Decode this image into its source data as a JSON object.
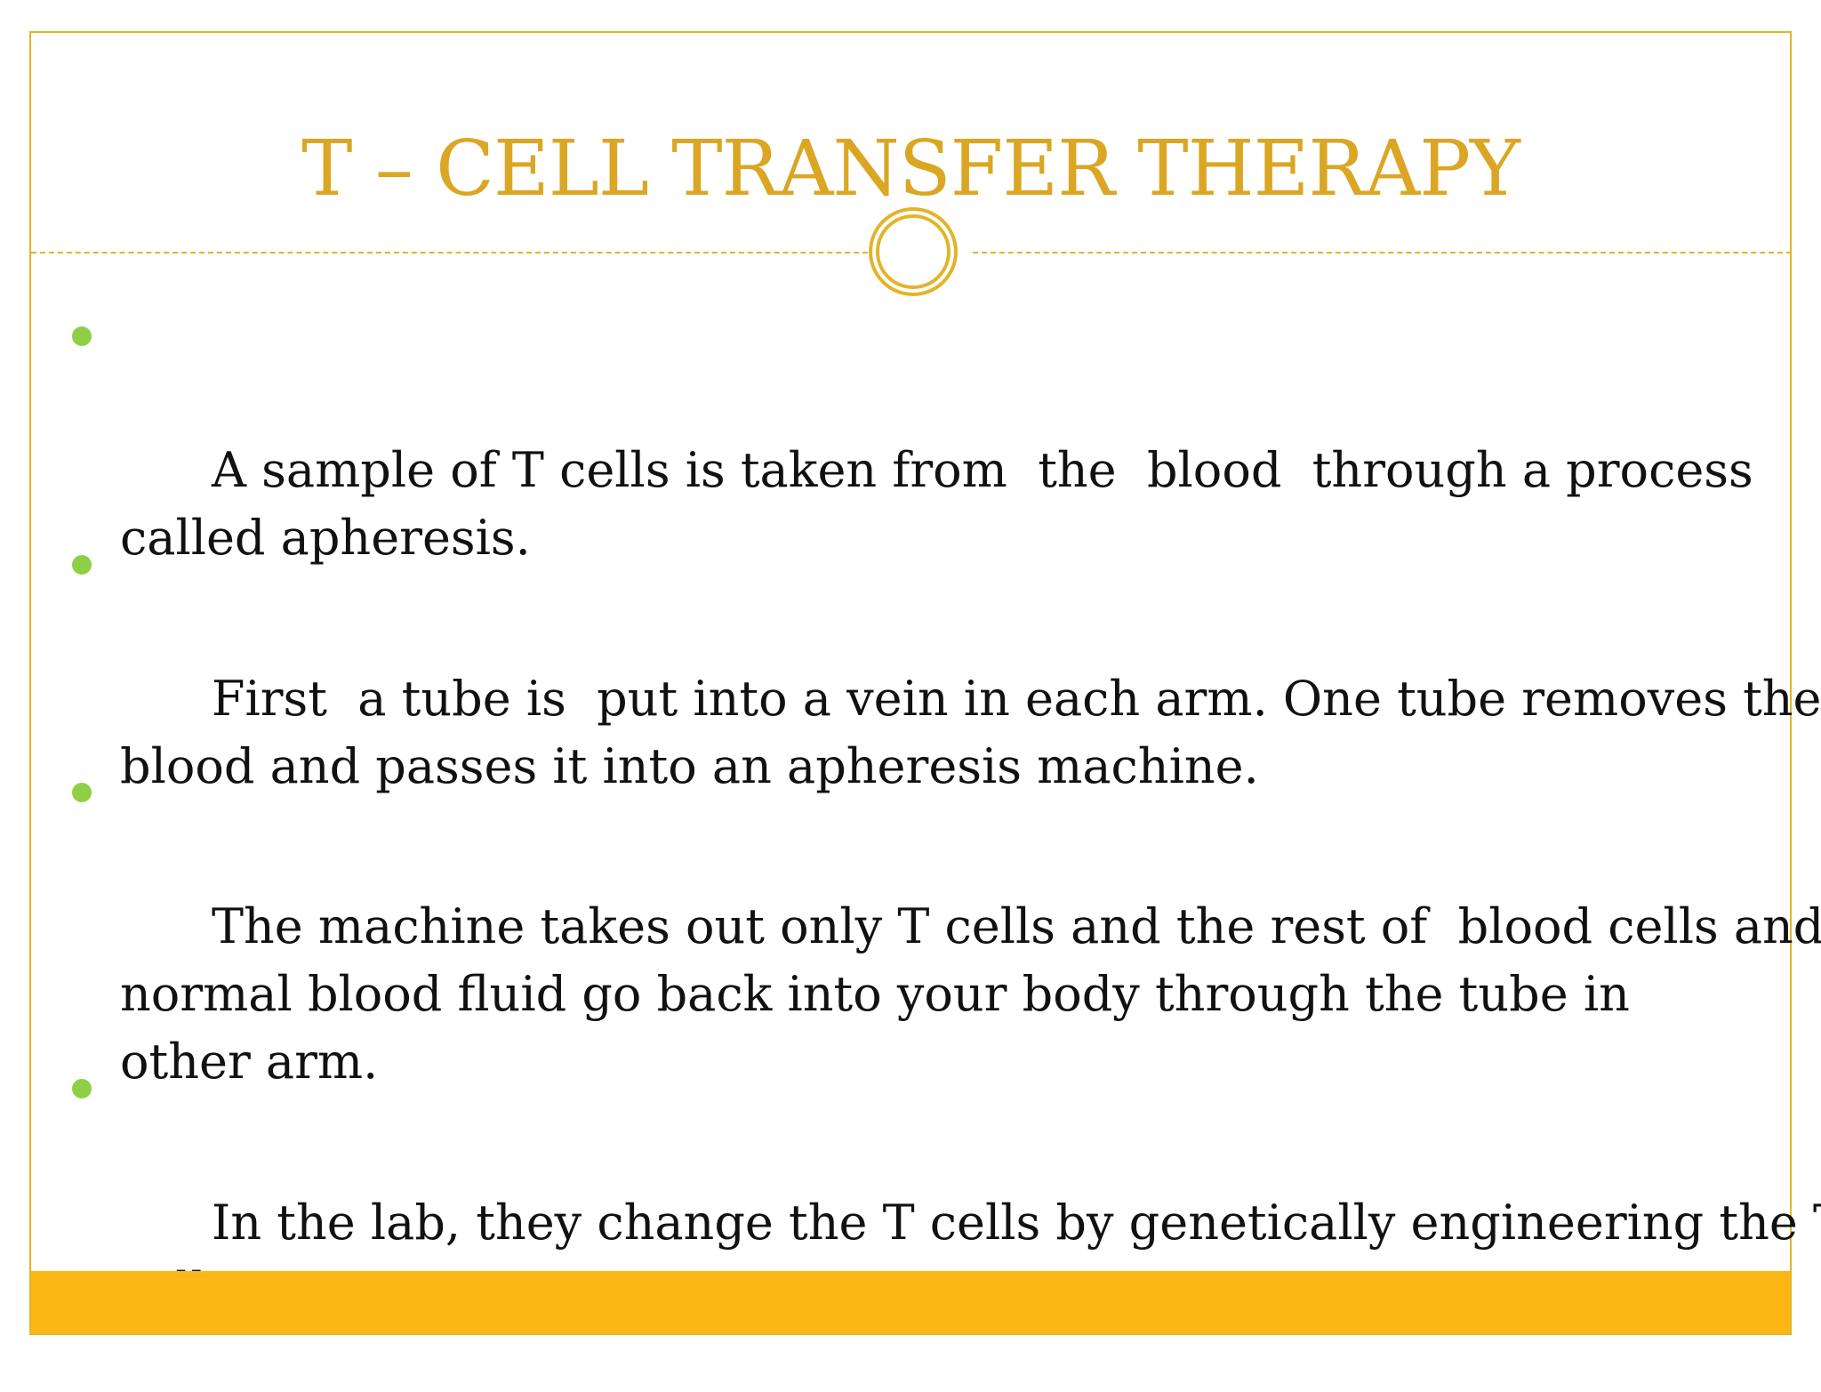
{
  "slide": {
    "title": "T – CELL TRANSFER THERAPY",
    "bullets": [
      "A sample of T cells is taken from  the  blood  through a process\ncalled apheresis.",
      "First  a tube is  put into a vein in each arm. One tube removes the\nblood and passes it into an apheresis machine.",
      "The machine takes out only T cells and the rest of  blood cells and\nnormal blood fluid go back into your body through the tube in\nother arm.",
      "In the lab, they change the T cells by genetically engineering the T\ncell."
    ]
  },
  "colors": {
    "accent": "#e3b42a",
    "title": "#dba623",
    "bullet_dot": "#8fcf46",
    "footer_bar": "#fdb714"
  }
}
